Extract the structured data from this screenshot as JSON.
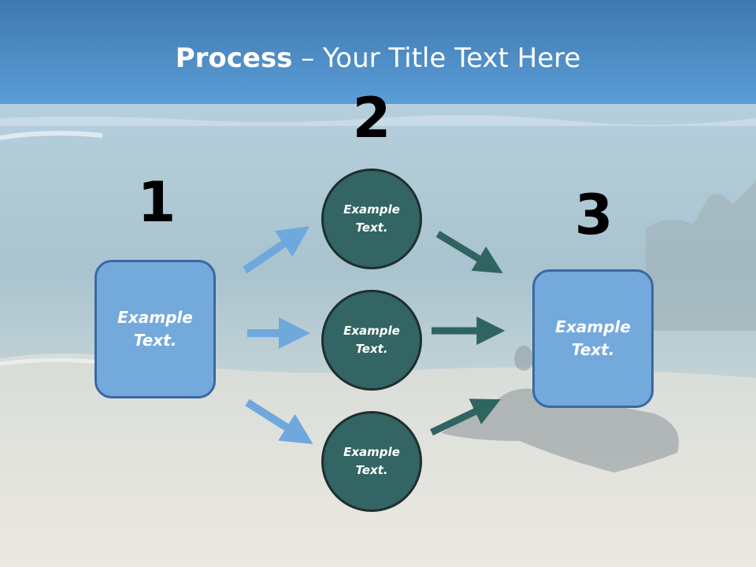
{
  "title": {
    "bold": "Process",
    "rest": " – Your Title Text Here"
  },
  "steps": [
    {
      "number": "1",
      "text": [
        "Example",
        "Text."
      ]
    },
    {
      "number": "2",
      "text": [
        "Example",
        "Text."
      ]
    },
    {
      "number": "3",
      "text": [
        "Example",
        "Text."
      ]
    }
  ],
  "circles": [
    {
      "text": [
        "Example",
        "Text."
      ]
    },
    {
      "text": [
        "Example",
        "Text."
      ]
    },
    {
      "text": [
        "Example",
        "Text."
      ]
    }
  ],
  "colors": {
    "box_fill": "#74a9dc",
    "circle_fill": "#326564",
    "arrow_light": "#6fa8dc",
    "arrow_dark": "#2f6461"
  }
}
